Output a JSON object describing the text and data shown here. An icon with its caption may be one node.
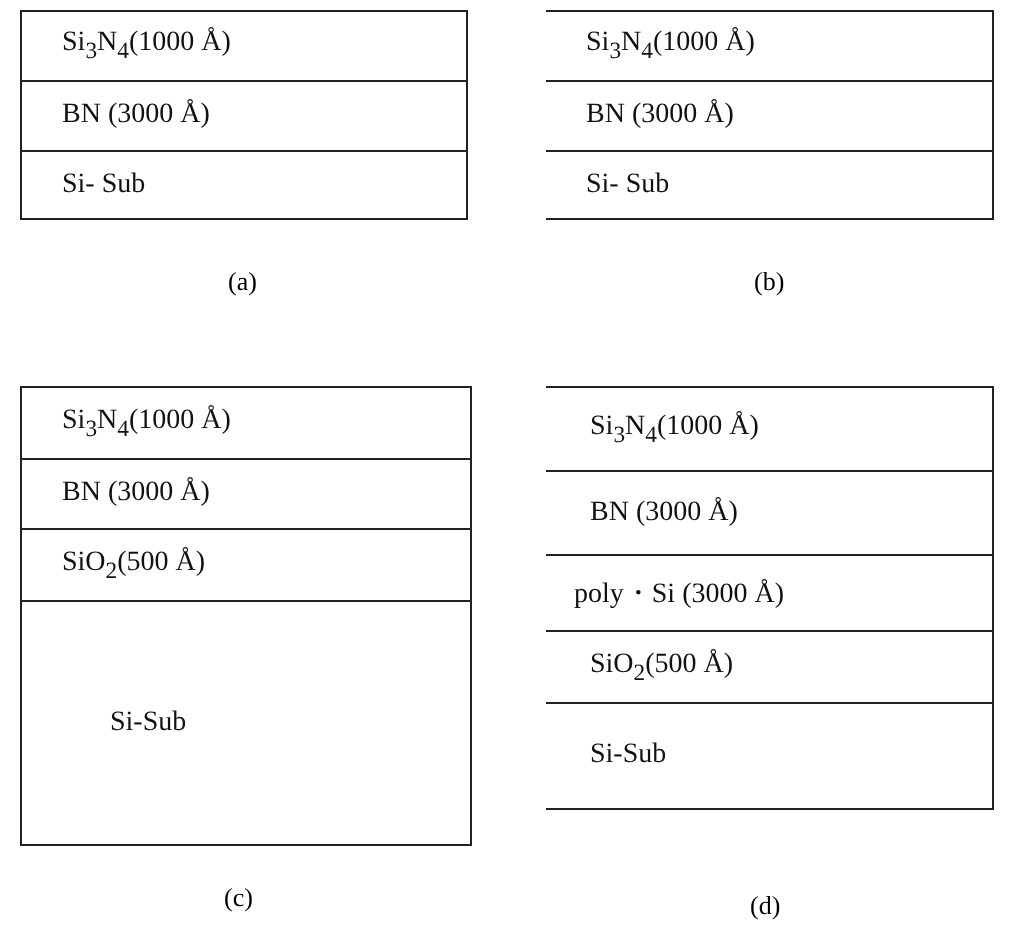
{
  "diagram": {
    "nodes": [
      {
        "text": [
          "(a)"
        ]
      },
      {
        "text": [
          "Si$_{3}$N$_{4}$(1000 Å)"
        ],
        "in": 0
      },
      {
        "text": [
          "BN (3000 Å)"
        ],
        "in": 0
      },
      {
        "text": [
          "Si- Sub"
        ],
        "in": 0
      },
      {
        "text": [
          "(b)"
        ]
      },
      {
        "text": [
          "Si$_{3}$N$_{4}$(1000 Å)"
        ],
        "in": 4
      },
      {
        "text": [
          "BN (3000 Å)"
        ],
        "in": 4
      },
      {
        "text": [
          "Si- Sub"
        ],
        "in": 4
      },
      {
        "text": [
          "(c)"
        ]
      },
      {
        "text": [
          "Si$_{3}$N$_{4}$(1000 Å)"
        ],
        "in": 8
      },
      {
        "text": [
          "BN (3000 Å)"
        ],
        "in": 8
      },
      {
        "text": [
          "SiO$_{2}$(500 Å)"
        ],
        "in": 8
      },
      {
        "text": [
          "Si-Sub"
        ],
        "in": 8
      },
      {
        "text": [
          "(d)"
        ]
      },
      {
        "text": [
          "Si$_{3}$N$_{4}$(1000 Å)"
        ],
        "in": 13
      },
      {
        "text": [
          "BN (3000 Å)"
        ],
        "in": 13
      },
      {
        "text": [
          "poly・Si (3000 Å)"
        ],
        "in": 13
      },
      {
        "text": [
          "SiO$_{2}$(500 Å)"
        ],
        "in": 13
      },
      {
        "text": [
          "Si-Sub"
        ],
        "in": 13
      }
    ]
  }
}
